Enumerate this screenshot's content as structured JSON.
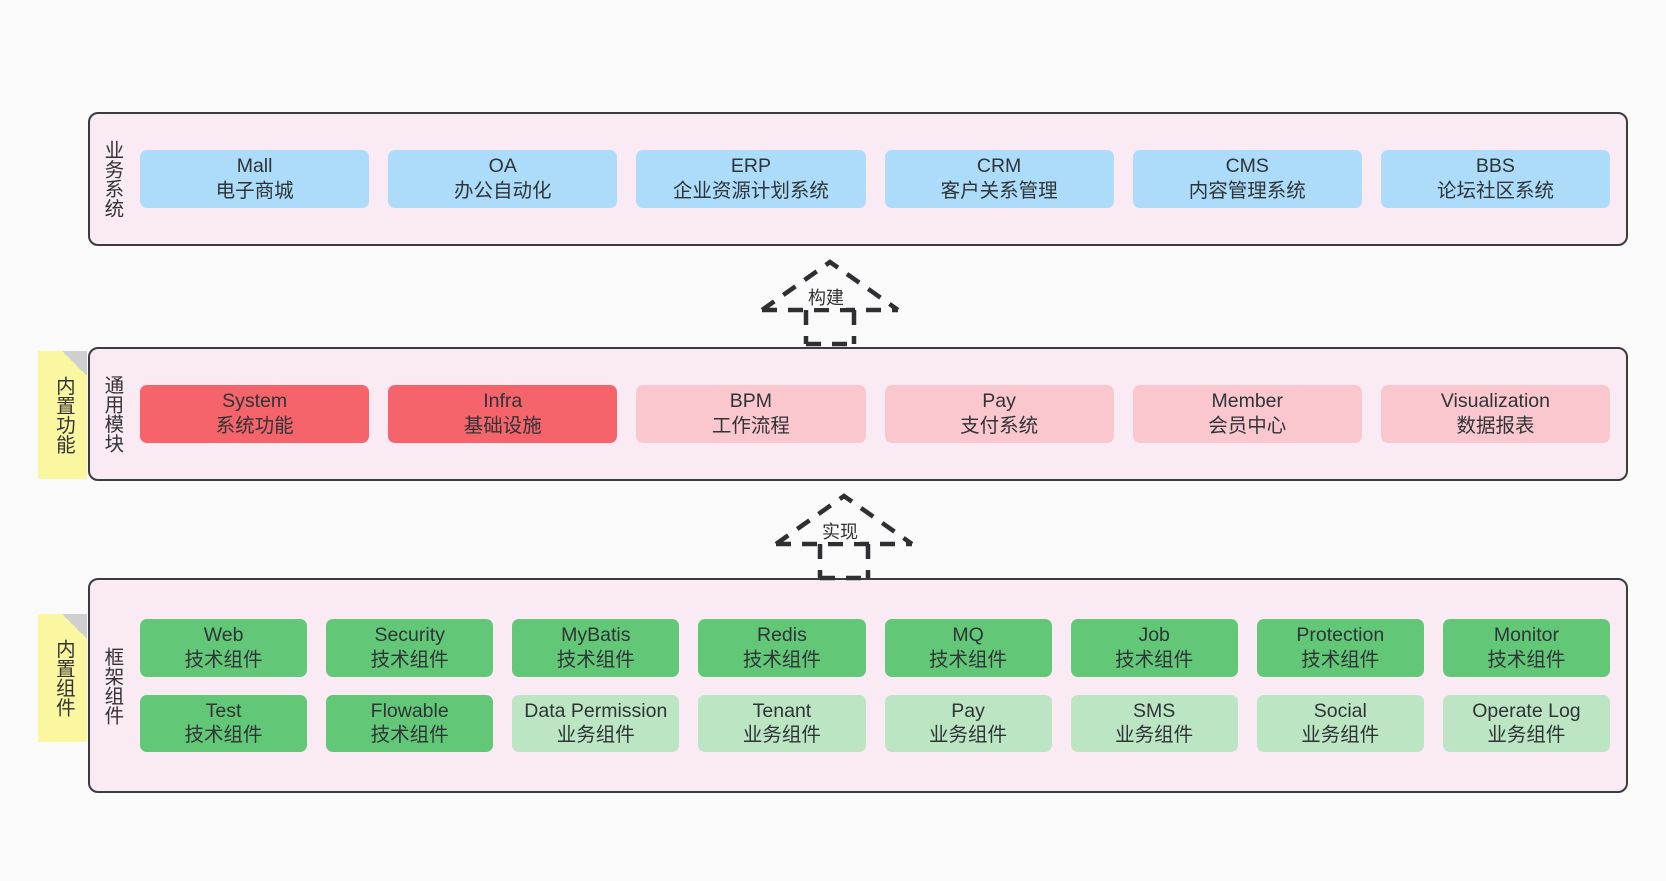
{
  "diagram": {
    "background_color": "#fafafa",
    "panel_color": "#F9EAF4",
    "panel_border_color": "#3b3b42",
    "note_color": "#FAF7A0"
  },
  "layers": [
    {
      "id": "business-system",
      "title": "业务系统",
      "rows": [
        {
          "nodes": [
            {
              "en": "Mall",
              "cn": "电子商城",
              "color": "#ACDCFA",
              "tone": "blue"
            },
            {
              "en": "OA",
              "cn": "办公自动化",
              "color": "#ACDCFA",
              "tone": "blue"
            },
            {
              "en": "ERP",
              "cn": "企业资源计划系统",
              "color": "#ACDCFA",
              "tone": "blue"
            },
            {
              "en": "CRM",
              "cn": "客户关系管理",
              "color": "#ACDCFA",
              "tone": "blue"
            },
            {
              "en": "CMS",
              "cn": "内容管理系统",
              "color": "#ACDCFA",
              "tone": "blue"
            },
            {
              "en": "BBS",
              "cn": "论坛社区系统",
              "color": "#ACDCFA",
              "tone": "blue"
            }
          ]
        }
      ]
    },
    {
      "id": "common-module",
      "title": "通用模块",
      "note": "内置功能",
      "rows": [
        {
          "nodes": [
            {
              "en": "System",
              "cn": "系统功能",
              "color": "#F4646A",
              "tone": "red"
            },
            {
              "en": "Infra",
              "cn": "基础设施",
              "color": "#F4646A",
              "tone": "red"
            },
            {
              "en": "BPM",
              "cn": "工作流程",
              "color": "#FBC7CF",
              "tone": "pink"
            },
            {
              "en": "Pay",
              "cn": "支付系统",
              "color": "#FBC7CF",
              "tone": "pink"
            },
            {
              "en": "Member",
              "cn": "会员中心",
              "color": "#FBC7CF",
              "tone": "pink"
            },
            {
              "en": "Visualization",
              "cn": "数据报表",
              "color": "#FBC7CF",
              "tone": "pink"
            }
          ]
        }
      ]
    },
    {
      "id": "framework-component",
      "title": "框架组件",
      "note": "内置组件",
      "rows": [
        {
          "nodes": [
            {
              "en": "Web",
              "cn": "技术组件",
              "color": "#62C878",
              "tone": "green"
            },
            {
              "en": "Security",
              "cn": "技术组件",
              "color": "#62C878",
              "tone": "green"
            },
            {
              "en": "MyBatis",
              "cn": "技术组件",
              "color": "#62C878",
              "tone": "green"
            },
            {
              "en": "Redis",
              "cn": "技术组件",
              "color": "#62C878",
              "tone": "green"
            },
            {
              "en": "MQ",
              "cn": "技术组件",
              "color": "#62C878",
              "tone": "green"
            },
            {
              "en": "Job",
              "cn": "技术组件",
              "color": "#62C878",
              "tone": "green"
            },
            {
              "en": "Protection",
              "cn": "技术组件",
              "color": "#62C878",
              "tone": "green"
            },
            {
              "en": "Monitor",
              "cn": "技术组件",
              "color": "#62C878",
              "tone": "green"
            }
          ]
        },
        {
          "nodes": [
            {
              "en": "Test",
              "cn": "技术组件",
              "color": "#62C878",
              "tone": "green"
            },
            {
              "en": "Flowable",
              "cn": "技术组件",
              "color": "#62C878",
              "tone": "green"
            },
            {
              "en": "Data Permission",
              "cn": "业务组件",
              "color": "#BCE6C3",
              "tone": "lgreen"
            },
            {
              "en": "Tenant",
              "cn": "业务组件",
              "color": "#BCE6C3",
              "tone": "lgreen"
            },
            {
              "en": "Pay",
              "cn": "业务组件",
              "color": "#BCE6C3",
              "tone": "lgreen"
            },
            {
              "en": "SMS",
              "cn": "业务组件",
              "color": "#BCE6C3",
              "tone": "lgreen"
            },
            {
              "en": "Social",
              "cn": "业务组件",
              "color": "#BCE6C3",
              "tone": "lgreen"
            },
            {
              "en": "Operate Log",
              "cn": "业务组件",
              "color": "#BCE6C3",
              "tone": "lgreen"
            }
          ]
        }
      ]
    }
  ],
  "arrows": [
    {
      "id": "build",
      "label": "构建"
    },
    {
      "id": "implement",
      "label": "实现"
    }
  ]
}
